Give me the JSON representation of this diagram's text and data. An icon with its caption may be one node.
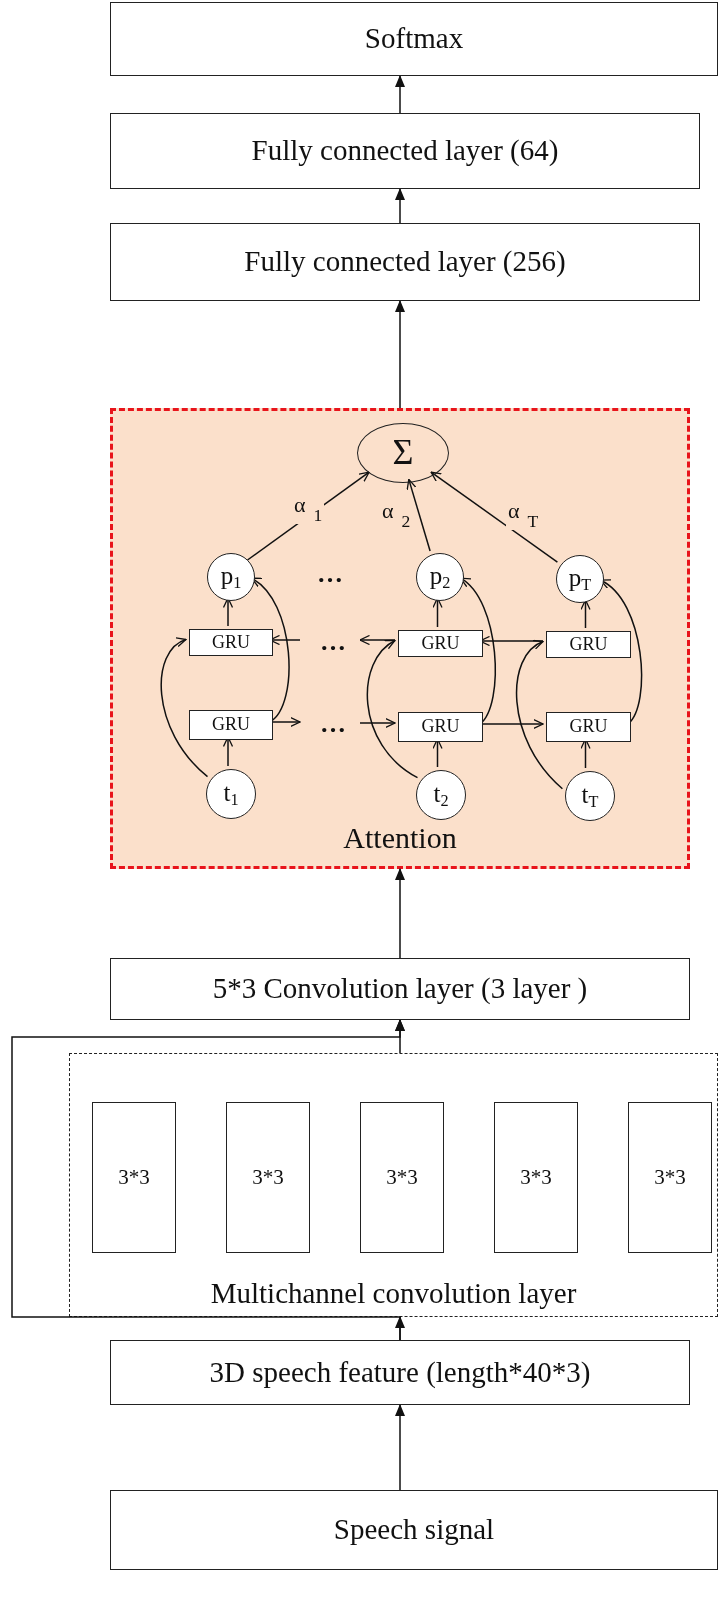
{
  "diagram": {
    "nodes": [
      {
        "text": [
          "Softmax"
        ]
      },
      {
        "text": [
          "Fully connected layer (64)"
        ]
      },
      {
        "text": [
          "Fully connected layer (256)"
        ]
      },
      {
        "text": [
          "Attention"
        ]
      },
      {
        "text": [
          "Σ"
        ],
        "in": 3
      },
      {
        "text": [
          "p$_{1}$"
        ],
        "in": 3
      },
      {
        "text": [
          "p$_{2}$"
        ],
        "in": 3
      },
      {
        "text": [
          "p$_{T}$"
        ],
        "in": 3
      },
      {
        "text": [
          "GRU"
        ],
        "in": 3
      },
      {
        "text": [
          "…"
        ],
        "in": 3
      },
      {
        "text": [
          "GRU"
        ],
        "in": 3
      },
      {
        "text": [
          "GRU"
        ],
        "in": 3
      },
      {
        "text": [
          "GRU"
        ],
        "in": 3
      },
      {
        "text": [
          "…"
        ],
        "in": 3
      },
      {
        "text": [
          "GRU"
        ],
        "in": 3
      },
      {
        "text": [
          "GRU"
        ],
        "in": 3
      },
      {
        "text": [
          "t$_{1}$"
        ],
        "in": 3
      },
      {
        "text": [
          "t$_{2}$"
        ],
        "in": 3
      },
      {
        "text": [
          "t$_{T}$"
        ],
        "in": 3
      },
      {
        "text": [
          "5*3 Convolution layer (3 layer )"
        ]
      },
      {
        "text": [
          "Multichannel convolution layer"
        ]
      },
      {
        "text": [
          "3*3"
        ],
        "in": 20
      },
      {
        "text": [
          "3*3"
        ],
        "in": 20
      },
      {
        "text": [
          "3*3"
        ],
        "in": 20
      },
      {
        "text": [
          "3*3"
        ],
        "in": 20
      },
      {
        "text": [
          "3*3"
        ],
        "in": 20
      },
      {
        "text": [
          "3D speech feature (length*40*3)"
        ]
      },
      {
        "text": [
          "Speech signal"
        ]
      }
    ],
    "edges": [
      {
        "from": 1,
        "to": 0,
        "arrow": "to"
      },
      {
        "from": 2,
        "to": 1,
        "arrow": "to"
      },
      {
        "from": 3,
        "to": 2,
        "arrow": "to"
      },
      {
        "from": 5,
        "to": 4,
        "arrow": "to",
        "label": "α$_{1}$"
      },
      {
        "from": 6,
        "to": 4,
        "arrow": "to",
        "label": "α$_{2}$"
      },
      {
        "from": 7,
        "to": 4,
        "arrow": "to",
        "label": "α$_{T}$"
      },
      {
        "from": 8,
        "to": 5,
        "arrow": "to"
      },
      {
        "from": 10,
        "to": 6,
        "arrow": "to"
      },
      {
        "from": 11,
        "to": 7,
        "arrow": "to"
      },
      {
        "from": 16,
        "to": 12,
        "arrow": "to"
      },
      {
        "from": 17,
        "to": 14,
        "arrow": "to"
      },
      {
        "from": 18,
        "to": 15,
        "arrow": "to"
      },
      {
        "from": 16,
        "to": 8,
        "arrow": "to"
      },
      {
        "from": 17,
        "to": 10,
        "arrow": "to"
      },
      {
        "from": 18,
        "to": 11,
        "arrow": "to"
      },
      {
        "from": 12,
        "to": 5,
        "arrow": "to"
      },
      {
        "from": 14,
        "to": 6,
        "arrow": "to"
      },
      {
        "from": 15,
        "to": 7,
        "arrow": "to"
      },
      {
        "from": 9,
        "to": 8,
        "arrow": "to"
      },
      {
        "from": 10,
        "to": 9,
        "arrow": "to"
      },
      {
        "from": 11,
        "to": 10,
        "arrow": "to"
      },
      {
        "from": 12,
        "to": 13,
        "arrow": "to"
      },
      {
        "from": 13,
        "to": 14,
        "arrow": "to"
      },
      {
        "from": 14,
        "to": 15,
        "arrow": "to"
      },
      {
        "from": 19,
        "to": 3,
        "arrow": "to"
      },
      {
        "from": 20,
        "to": 19,
        "arrow": "to"
      },
      {
        "from": 26,
        "to": 20,
        "arrow": "to"
      },
      {
        "from": 26,
        "to": 19,
        "arrow": "to"
      },
      {
        "from": 27,
        "to": 26,
        "arrow": "to"
      }
    ],
    "labels": [
      "…"
    ]
  }
}
